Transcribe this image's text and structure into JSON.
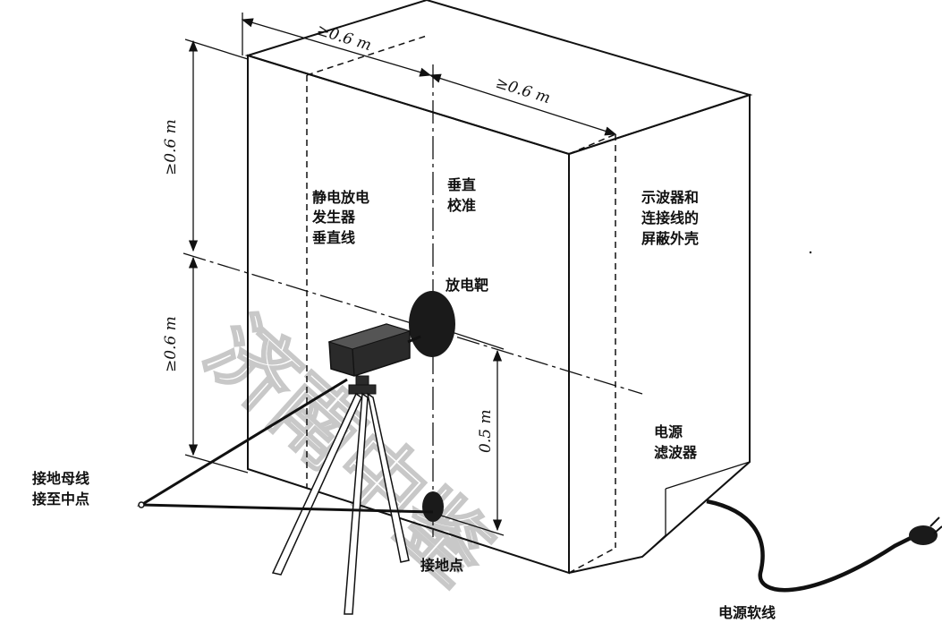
{
  "dimensions": {
    "top_width": "≥0.6 m",
    "top_depth": "≥0.6 m",
    "upper_height": "≥0.6 m",
    "lower_height": "≥0.6 m",
    "target_height": "0.5 m"
  },
  "labels": {
    "esd_vertical": [
      "静电放电",
      "发生器",
      "垂直线"
    ],
    "vertical_calibration": [
      "垂直",
      "校准"
    ],
    "shield": [
      "示波器和",
      "连接线的",
      "屏蔽外壳"
    ],
    "discharge_target": "放电靶",
    "power_filter": [
      "电源",
      "滤波器"
    ],
    "ground_bus": [
      "接地母线",
      "接至中点"
    ],
    "ground_point": "接地点",
    "power_cord": "电源软线"
  },
  "watermark": "济南中鉴",
  "colors": {
    "line": "#111111",
    "fill_dark": "#1a1a1a",
    "watermark": "#c8c8c8"
  }
}
